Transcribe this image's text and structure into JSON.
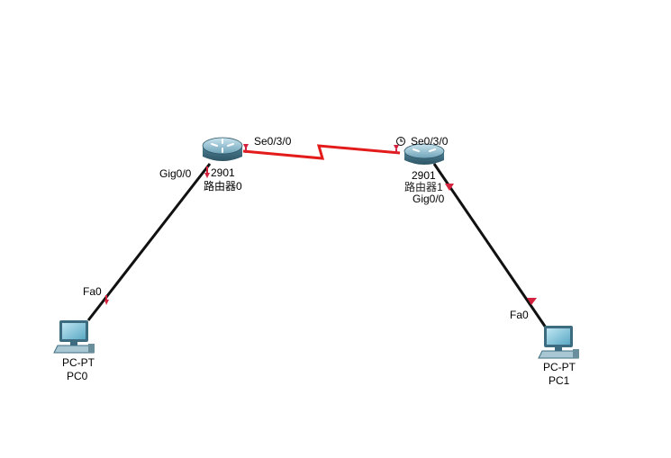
{
  "colors": {
    "ethernet_link": "#111111",
    "serial_link": "#e31b1b",
    "port_down_marker": "#d4213d",
    "background": "#ffffff"
  },
  "devices": {
    "router0": {
      "icon": "router-icon",
      "model": "2901",
      "name": "路由器0"
    },
    "router1": {
      "icon": "router-icon",
      "model": "2901",
      "name": "路由器1"
    },
    "pc0": {
      "icon": "pc-icon",
      "model": "PC-PT",
      "name": "PC0"
    },
    "pc1": {
      "icon": "pc-icon",
      "model": "PC-PT",
      "name": "PC1"
    }
  },
  "links": {
    "router0_pc0": {
      "type": "copper-straight-through",
      "from_port": "Gig0/0",
      "to_port": "Fa0"
    },
    "router0_router1": {
      "type": "serial-dce",
      "from_port": "Se0/3/0",
      "to_port": "Se0/3/0",
      "clock_icon": "clock-icon"
    },
    "router1_pc1": {
      "type": "copper-straight-through",
      "from_port": "Gig0/0",
      "to_port": "Fa0"
    }
  }
}
